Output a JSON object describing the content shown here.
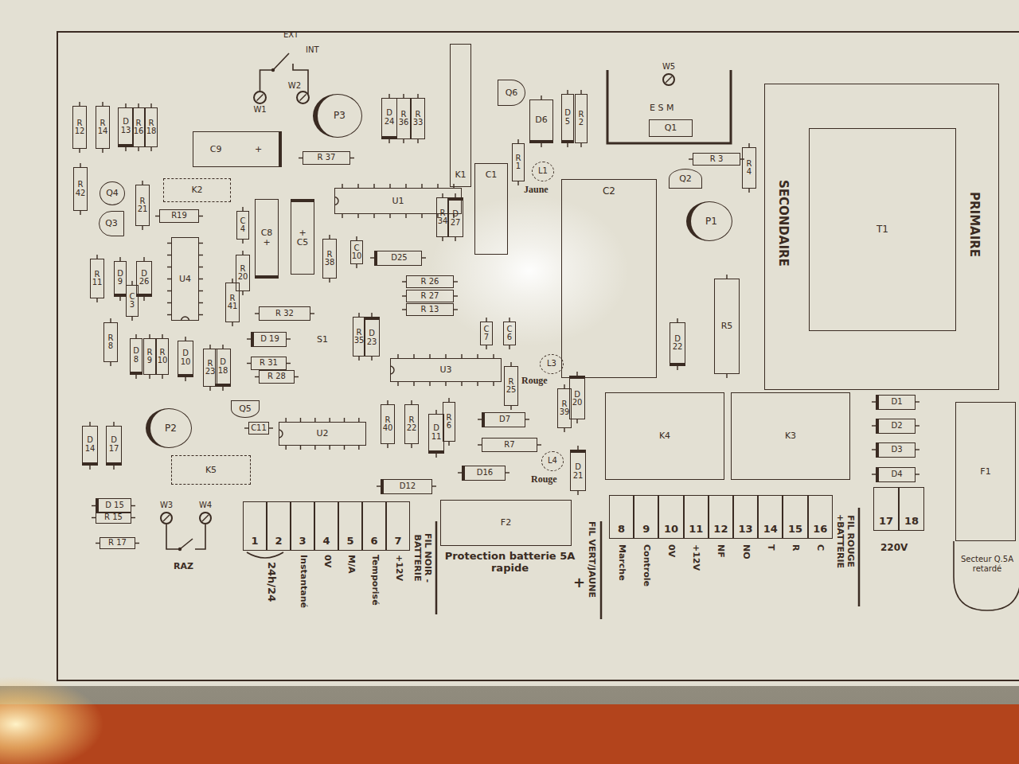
{
  "diagram": {
    "nodes": [
      {
        "text": [
          "R 12"
        ]
      },
      {
        "text": [
          "R 14"
        ]
      },
      {
        "text": [
          "D 13"
        ]
      },
      {
        "text": [
          "R 16"
        ]
      },
      {
        "text": [
          "R 18"
        ]
      },
      {
        "text": [
          "W1"
        ]
      },
      {
        "text": [
          "W2"
        ]
      },
      {
        "text": [
          "P3"
        ]
      },
      {
        "text": [
          "D 24"
        ]
      },
      {
        "text": [
          "R 36"
        ]
      },
      {
        "text": [
          "R 33"
        ]
      },
      {
        "text": [
          "K1"
        ]
      },
      {
        "text": [
          "Q6"
        ]
      },
      {
        "text": [
          "D6"
        ]
      },
      {
        "text": [
          "D 5"
        ]
      },
      {
        "text": [
          "R 2"
        ]
      },
      {
        "text": [
          "W5"
        ]
      },
      {
        "text": [
          "Q1"
        ]
      },
      {
        "text": [
          "SECONDAIRE",
          "PRIMAIRE"
        ]
      },
      {
        "text": [
          "T1"
        ],
        "in": 18
      },
      {
        "text": [
          "C9",
          "+"
        ]
      },
      {
        "text": [
          "R 37"
        ]
      },
      {
        "text": [
          "R 1"
        ]
      },
      {
        "text": [
          "R 42"
        ]
      },
      {
        "text": [
          "Q4"
        ]
      },
      {
        "text": [
          "R 21"
        ]
      },
      {
        "text": [
          "K2"
        ]
      },
      {
        "text": [
          "Q3"
        ]
      },
      {
        "text": [
          "R19"
        ]
      },
      {
        "text": [
          "U1"
        ]
      },
      {
        "text": [
          "R 34"
        ]
      },
      {
        "text": [
          "D 27"
        ]
      },
      {
        "text": [
          "C1"
        ]
      },
      {
        "text": [
          "L1"
        ]
      },
      {
        "text": [
          "C2"
        ]
      },
      {
        "text": [
          "Q2"
        ]
      },
      {
        "text": [
          "R 3"
        ]
      },
      {
        "text": [
          "R 4"
        ]
      },
      {
        "text": [
          "P1"
        ]
      },
      {
        "text": [
          "C 4"
        ]
      },
      {
        "text": [
          "C8",
          "+"
        ]
      },
      {
        "text": [
          "+",
          "C5"
        ]
      },
      {
        "text": [
          "U4"
        ]
      },
      {
        "text": [
          "R 11"
        ]
      },
      {
        "text": [
          "D 9"
        ]
      },
      {
        "text": [
          "C 3"
        ]
      },
      {
        "text": [
          "D 26"
        ]
      },
      {
        "text": [
          "R 20"
        ]
      },
      {
        "text": [
          "R 41"
        ]
      },
      {
        "text": [
          "R 38"
        ]
      },
      {
        "text": [
          "C 10"
        ]
      },
      {
        "text": [
          "D25"
        ]
      },
      {
        "text": [
          "R 26"
        ]
      },
      {
        "text": [
          "R 27"
        ]
      },
      {
        "text": [
          "R 13"
        ]
      },
      {
        "text": [
          "R 32"
        ]
      },
      {
        "text": [
          "R 8"
        ]
      },
      {
        "text": [
          "D 8"
        ]
      },
      {
        "text": [
          "R 9"
        ]
      },
      {
        "text": [
          "R 10"
        ]
      },
      {
        "text": [
          "D 10"
        ]
      },
      {
        "text": [
          "D 19"
        ]
      },
      {
        "text": [
          "R 35"
        ]
      },
      {
        "text": [
          "D 23"
        ]
      },
      {
        "text": [
          "C 7"
        ]
      },
      {
        "text": [
          "C 6"
        ]
      },
      {
        "text": [
          "R 31"
        ]
      },
      {
        "text": [
          "R 28"
        ]
      },
      {
        "text": [
          "R 23"
        ]
      },
      {
        "text": [
          "D 18"
        ]
      },
      {
        "text": [
          "U3"
        ]
      },
      {
        "text": [
          "L3"
        ]
      },
      {
        "text": [
          "R 25"
        ]
      },
      {
        "text": [
          "D 22"
        ]
      },
      {
        "text": [
          "R5"
        ]
      },
      {
        "text": [
          "R 39"
        ]
      },
      {
        "text": [
          "D 20"
        ]
      },
      {
        "text": [
          "P2"
        ]
      },
      {
        "text": [
          "Q5"
        ]
      },
      {
        "text": [
          "C11"
        ]
      },
      {
        "text": [
          "U2"
        ]
      },
      {
        "text": [
          "R 40"
        ]
      },
      {
        "text": [
          "R 22"
        ]
      },
      {
        "text": [
          "D 11"
        ]
      },
      {
        "text": [
          "R 6"
        ]
      },
      {
        "text": [
          "D7"
        ]
      },
      {
        "text": [
          "R7"
        ]
      },
      {
        "text": [
          "L4"
        ]
      },
      {
        "text": [
          "D 21"
        ]
      },
      {
        "text": [
          "D16"
        ]
      },
      {
        "text": [
          "D12"
        ]
      },
      {
        "text": [
          "K4"
        ]
      },
      {
        "text": [
          "K3"
        ]
      },
      {
        "text": [
          "D 14"
        ]
      },
      {
        "text": [
          "D 17"
        ]
      },
      {
        "text": [
          "K5"
        ]
      },
      {
        "text": [
          "D1"
        ]
      },
      {
        "text": [
          "D2"
        ]
      },
      {
        "text": [
          "D3"
        ]
      },
      {
        "text": [
          "D4"
        ]
      },
      {
        "text": [
          "F1"
        ]
      },
      {
        "text": [
          "D 15"
        ]
      },
      {
        "text": [
          "R 15"
        ]
      },
      {
        "text": [
          "R 17"
        ]
      },
      {
        "text": [
          "W3"
        ]
      },
      {
        "text": [
          "W4"
        ]
      },
      {
        "text": [
          "1"
        ]
      },
      {
        "text": [
          "2"
        ]
      },
      {
        "text": [
          "3"
        ]
      },
      {
        "text": [
          "4"
        ]
      },
      {
        "text": [
          "5"
        ]
      },
      {
        "text": [
          "6"
        ]
      },
      {
        "text": [
          "7"
        ]
      },
      {
        "text": [
          "F2"
        ]
      },
      {
        "text": [
          "8"
        ]
      },
      {
        "text": [
          "9"
        ]
      },
      {
        "text": [
          "10"
        ]
      },
      {
        "text": [
          "11"
        ]
      },
      {
        "text": [
          "12"
        ]
      },
      {
        "text": [
          "13"
        ]
      },
      {
        "text": [
          "14"
        ]
      },
      {
        "text": [
          "15"
        ]
      },
      {
        "text": [
          "16"
        ]
      },
      {
        "text": [
          "17"
        ]
      },
      {
        "text": [
          "18"
        ]
      }
    ],
    "labels": [
      "EXT",
      "INT",
      "E S M",
      "Jaune",
      "S1",
      "Rouge",
      "Rouge",
      "RAZ",
      "24h/24",
      "Instantané",
      "0V",
      "M/A",
      "Temporisé",
      "+12V",
      "FIL NOIR -BATTERIE",
      "Protection batterie 5A rapide",
      "FIL VERT/JAUNE",
      "+",
      "Marche",
      "Controle",
      "0V",
      "+12V",
      "NF",
      "NO",
      "T",
      "R",
      "C",
      "FIL ROUGE +BATTERIE",
      "220V",
      "Secteur Q.5A retardé"
    ]
  }
}
